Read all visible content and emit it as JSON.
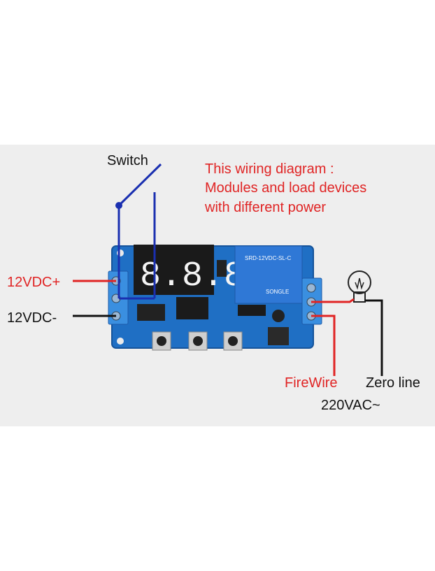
{
  "labels": {
    "switch": "Switch",
    "note_line1": "This wiring diagram :",
    "note_line2": "Modules and load devices",
    "note_line3": "with different power",
    "vdc_plus": "12VDC+",
    "vdc_minus": "12VDC-",
    "firewire": "FireWire",
    "zero_line": "Zero line",
    "vac": "220VAC~"
  },
  "display": {
    "digits": "8.8.8."
  },
  "relay_text": {
    "model": "SRD-12VDC-SL-C",
    "brand": "SONGLE"
  },
  "colors": {
    "board": "#1f6fc4",
    "terminal": "#3a8fe0",
    "wire_red": "#e02424",
    "wire_blue": "#1a2fb0",
    "wire_black": "#111111",
    "relay": "#2f78d6",
    "text_red": "#e02424"
  }
}
